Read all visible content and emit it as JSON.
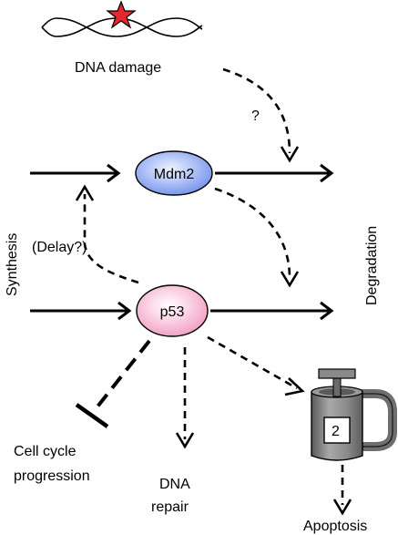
{
  "nodes": {
    "dna_damage": "DNA damage",
    "mdm2": "Mdm2",
    "p53": "p53",
    "synthesis": "Synthesis",
    "degradation": "Degradation",
    "delay": "(Delay?)",
    "question": "?",
    "cell_cycle_line1": "Cell cycle",
    "cell_cycle_line2": "progression",
    "dna_repair_line1": "DNA",
    "dna_repair_line2": "repair",
    "apoptosis": "Apoptosis",
    "scale_weight": "2"
  },
  "colors": {
    "star": "#e8262b",
    "mdm2_fill": "#7f9ef2",
    "p53_fill": "#f4a9c8",
    "scale_body": "#7a7a7a",
    "scale_light": "#bdbdbd"
  }
}
